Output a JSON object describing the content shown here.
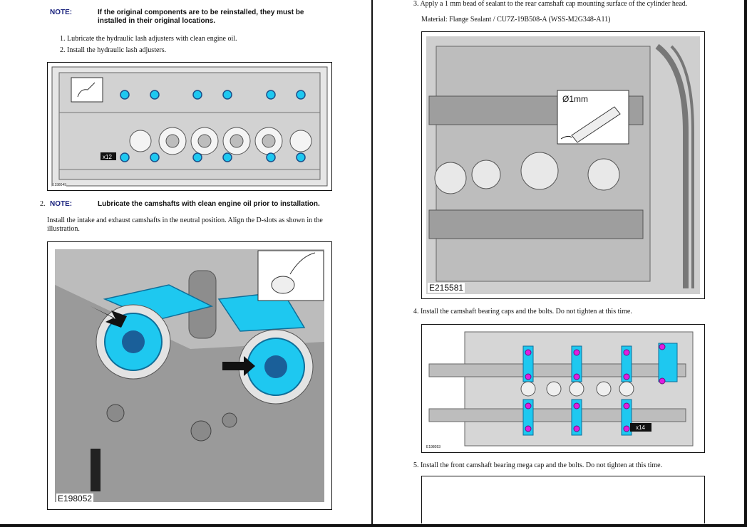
{
  "left": {
    "note1": {
      "label": "NOTE:",
      "text": "If the original components are to be reinstalled, they must be installed in their original locations."
    },
    "steps": [
      "1. Lubricate the hydraulic lash adjusters with clean engine oil.",
      "2. Install the hydraulic lash adjusters."
    ],
    "fig1": {
      "id": "E198049",
      "callout": "x12"
    },
    "step2": {
      "number": "2.",
      "note_label": "NOTE:",
      "note_text": "Lubricate the camshafts with clean engine oil prior to installation."
    },
    "instruction": "Install the intake and exhaust camshafts in the neutral position. Align the D-slots as shown in the illustration.",
    "fig2": {
      "id": "E198052"
    }
  },
  "right": {
    "step3": "3. Apply a 1 mm bead of sealant to the rear camshaft cap mounting surface of the cylinder head.",
    "material": "Material: Flange Sealant / CU7Z-19B508-A (WSS-M2G348-A11)",
    "fig3": {
      "id": "E215581",
      "callout": "Ø1mm"
    },
    "step4": "4. Install the camshaft bearing caps and the bolts. Do not tighten at this time.",
    "fig4": {
      "id": "E198053",
      "callout": "x14"
    },
    "step5": "5. Install the front camshaft bearing mega cap and the bolts. Do not tighten at this time."
  },
  "colors": {
    "note_label": "#1a237e",
    "cyan_highlight": "#1ec8f0",
    "magenta_bolt": "#e01ee0"
  }
}
